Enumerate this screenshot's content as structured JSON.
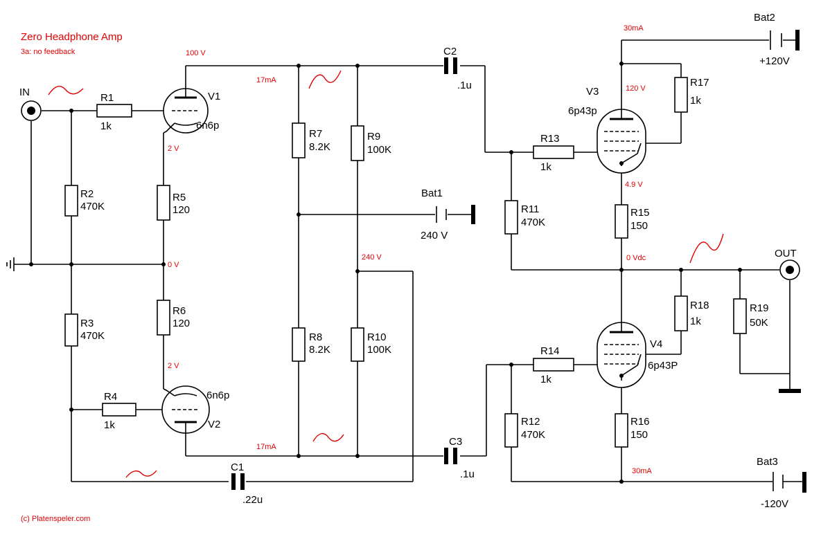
{
  "title": "Zero Headphone Amp",
  "subtitle": "3a: no feedback",
  "copyright": "(c) Platenspeler.com",
  "ports": {
    "in": "IN",
    "out": "OUT"
  },
  "resistors": {
    "R1": {
      "name": "R1",
      "value": "1k"
    },
    "R2": {
      "name": "R2",
      "value": "470K"
    },
    "R3": {
      "name": "R3",
      "value": "470K"
    },
    "R4": {
      "name": "R4",
      "value": "1k"
    },
    "R5": {
      "name": "R5",
      "value": "120"
    },
    "R6": {
      "name": "R6",
      "value": "120"
    },
    "R7": {
      "name": "R7",
      "value": "8.2K"
    },
    "R8": {
      "name": "R8",
      "value": "8.2K"
    },
    "R9": {
      "name": "R9",
      "value": "100K"
    },
    "R10": {
      "name": "R10",
      "value": "100K"
    },
    "R11": {
      "name": "R11",
      "value": "470K"
    },
    "R12": {
      "name": "R12",
      "value": "470K"
    },
    "R13": {
      "name": "R13",
      "value": "1k"
    },
    "R14": {
      "name": "R14",
      "value": "1k"
    },
    "R15": {
      "name": "R15",
      "value": "150"
    },
    "R16": {
      "name": "R16",
      "value": "150"
    },
    "R17": {
      "name": "R17",
      "value": "1k"
    },
    "R18": {
      "name": "R18",
      "value": "1k"
    },
    "R19": {
      "name": "R19",
      "value": "50K"
    }
  },
  "capacitors": {
    "C1": {
      "name": "C1",
      "value": ".22u"
    },
    "C2": {
      "name": "C2",
      "value": ".1u"
    },
    "C3": {
      "name": "C3",
      "value": ".1u"
    }
  },
  "tubes": {
    "V1": {
      "name": "V1",
      "type": "6n6p"
    },
    "V2": {
      "name": "V2",
      "type": "6n6p"
    },
    "V3": {
      "name": "V3",
      "type": "6p43p"
    },
    "V4": {
      "name": "V4",
      "type": "6p43P"
    }
  },
  "batteries": {
    "Bat1": {
      "name": "Bat1",
      "value": "240 V"
    },
    "Bat2": {
      "name": "Bat2",
      "value": "+120V"
    },
    "Bat3": {
      "name": "Bat3",
      "value": "-120V"
    }
  },
  "annotations": {
    "v1_plate": "100 V",
    "v1_cathode": "2 V",
    "zero_v": "0 V",
    "v2_cathode": "2 V",
    "current_top": "17mA",
    "current_bottom": "17mA",
    "mid_240": "240 V",
    "v3_current": "30mA",
    "v3_grid": "120 V",
    "v3_cathode": "4.9 V",
    "out_dc": "0 Vdc",
    "v4_current": "30mA"
  }
}
